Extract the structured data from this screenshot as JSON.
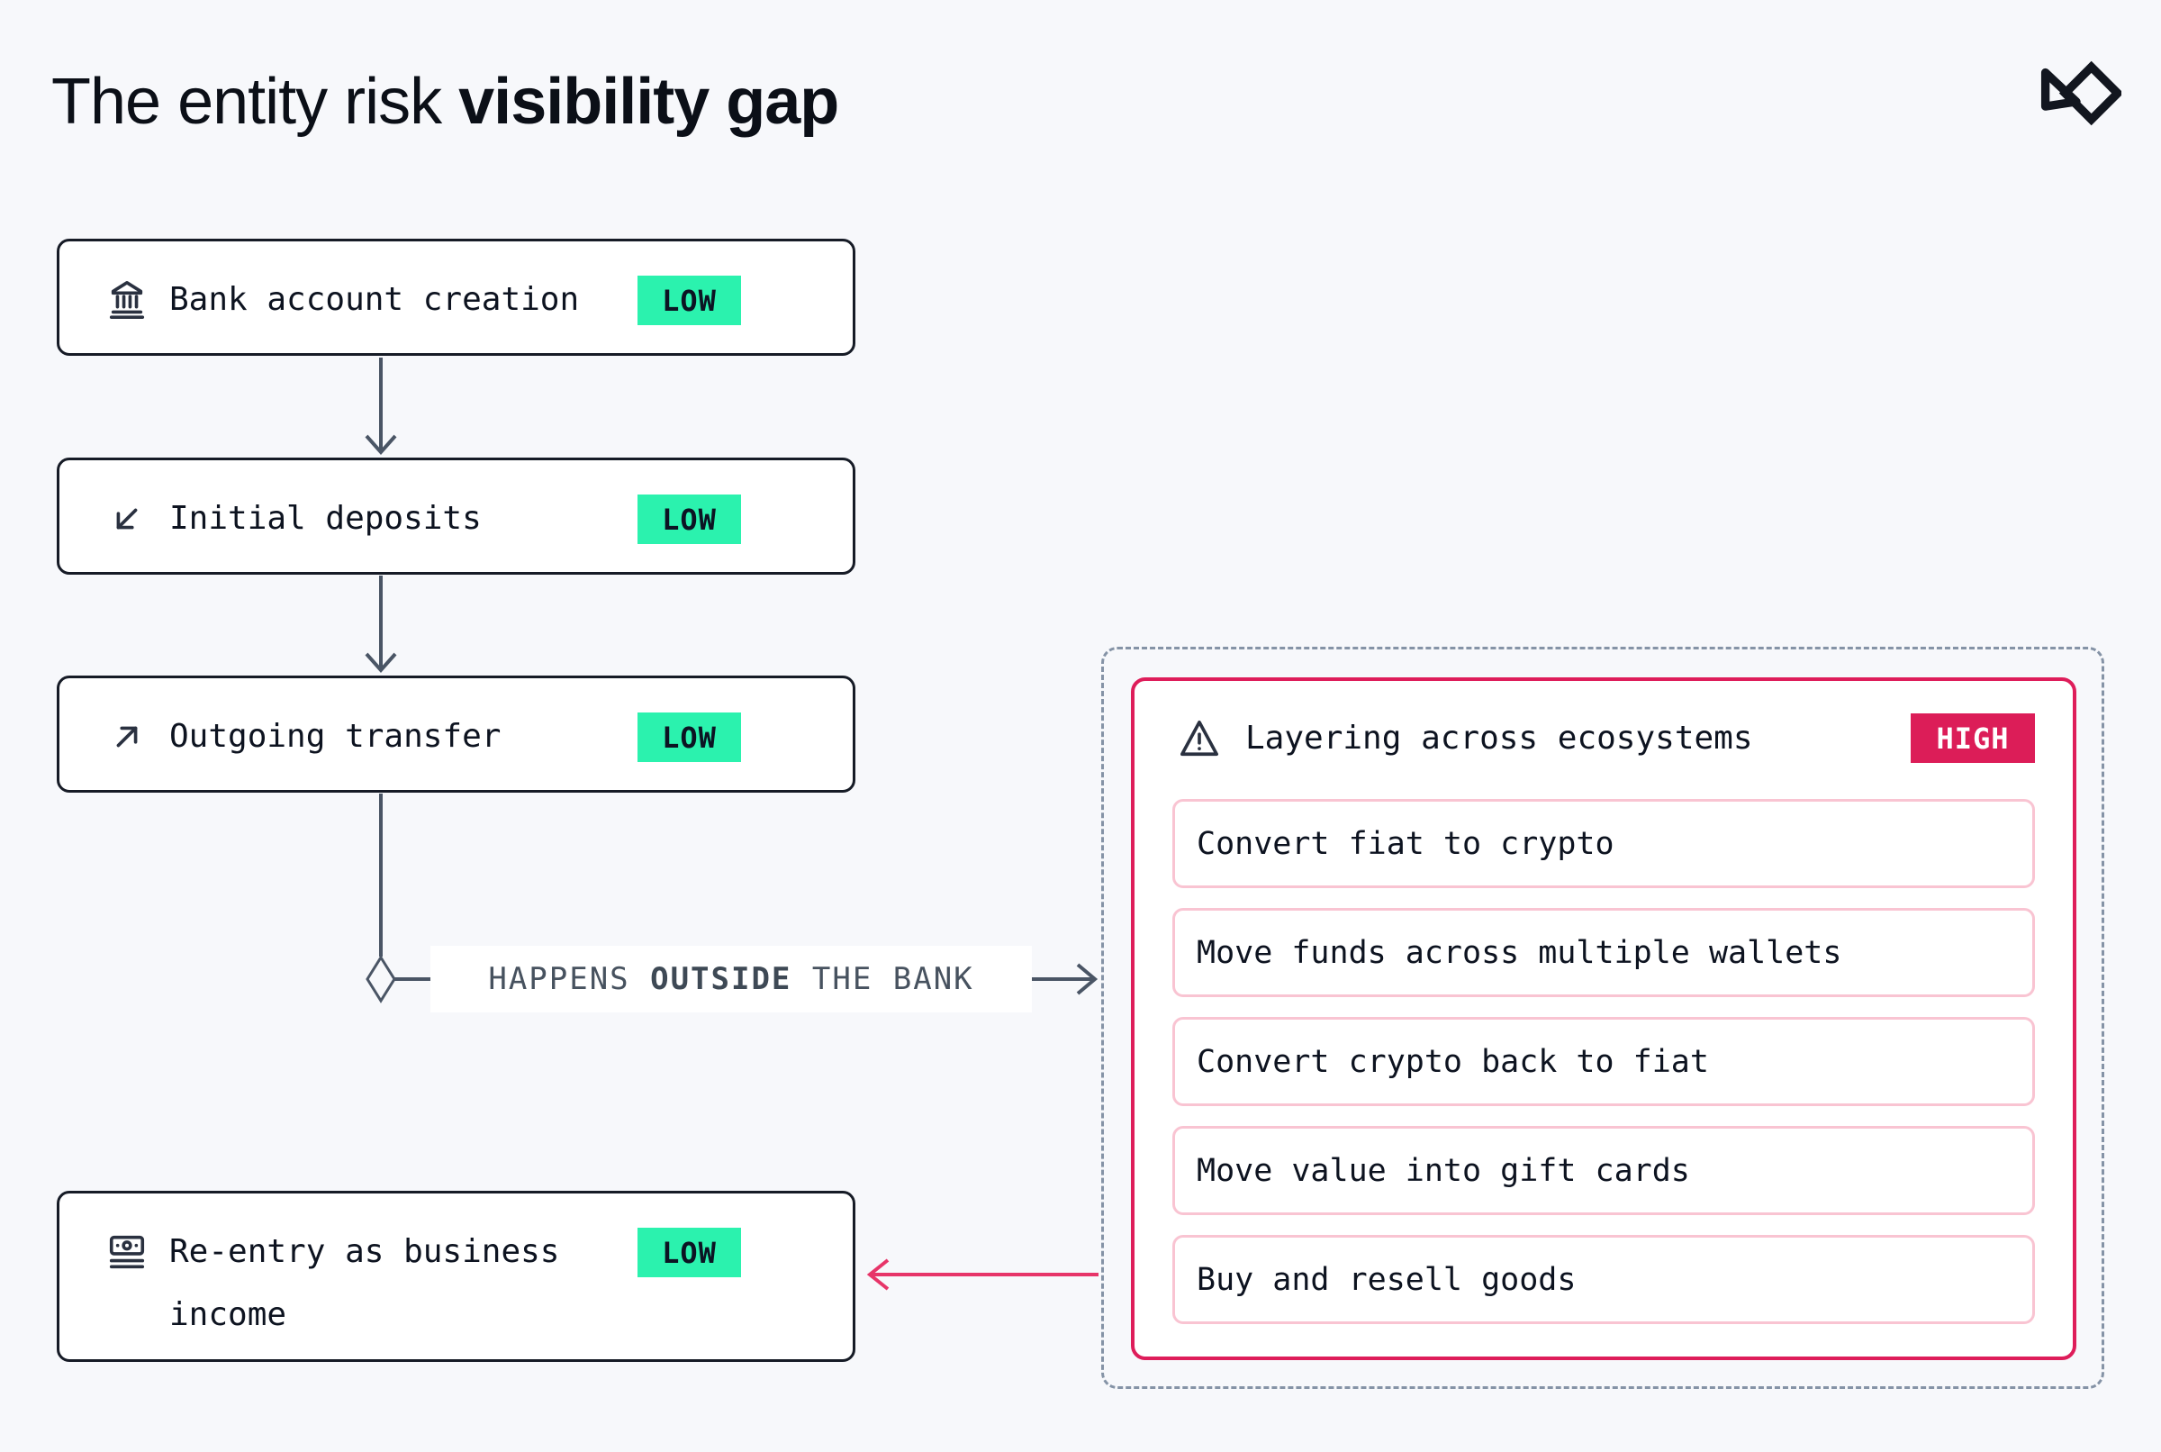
{
  "page": {
    "title_regular": "The entity risk ",
    "title_bold": "visibility gap"
  },
  "colors": {
    "background": "#F7F8FB",
    "node_border": "#161B26",
    "connector_gray": "#4A5565",
    "dashed_border": "#8593A6",
    "low_badge_bg": "#2BF2AE",
    "high_badge_bg": "#DC1D58",
    "pink_border": "#DE1D5A",
    "pink_item_border": "#F9C4D2",
    "pink_arrow": "#E73569"
  },
  "flow": {
    "nodes": [
      {
        "icon": "bank-icon",
        "label": "Bank account creation",
        "badge": "LOW"
      },
      {
        "icon": "arrow-down-left-icon",
        "label": "Initial deposits",
        "badge": "LOW"
      },
      {
        "icon": "arrow-up-right-icon",
        "label": "Outgoing transfer",
        "badge": "LOW"
      },
      {
        "icon": "banknote-icon",
        "label": "Re-entry as business income",
        "badge": "LOW"
      }
    ]
  },
  "connector_label": {
    "pre": "HAPPENS ",
    "bold": "OUTSIDE",
    "post": " THE BANK"
  },
  "layering": {
    "icon": "warning-icon",
    "title": "Layering across ecosystems",
    "badge": "HIGH",
    "items": [
      "Convert fiat to crypto",
      "Move funds across multiple wallets",
      "Convert crypto back to fiat",
      "Move value into gift cards",
      "Buy and resell goods"
    ]
  }
}
